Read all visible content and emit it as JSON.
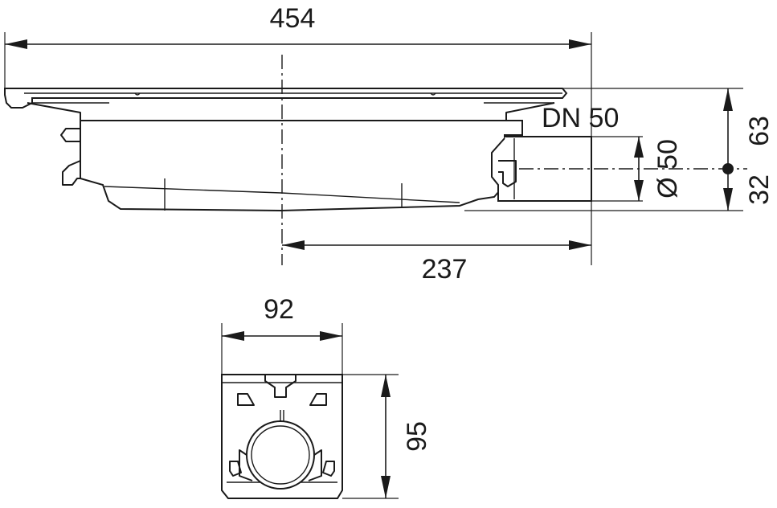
{
  "drawing": {
    "dimensions": {
      "overall_length": "454",
      "outlet_offset": "237",
      "height_top": "63",
      "height_bottom": "32",
      "outlet_diameter": "Ø 50",
      "width": "92",
      "depth": "95"
    },
    "labels": {
      "nominal_diameter": "DN 50"
    }
  }
}
